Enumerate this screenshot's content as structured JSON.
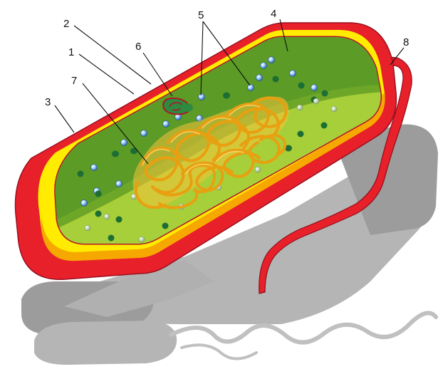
{
  "diagram": {
    "callouts": [
      {
        "id": "c1",
        "label": "1"
      },
      {
        "id": "c2",
        "label": "2"
      },
      {
        "id": "c3",
        "label": "3"
      },
      {
        "id": "c4",
        "label": "4"
      },
      {
        "id": "c5",
        "label": "5"
      },
      {
        "id": "c6",
        "label": "6"
      },
      {
        "id": "c7",
        "label": "7"
      },
      {
        "id": "c8",
        "label": "8"
      }
    ],
    "colors": {
      "capsule": "#e8202a",
      "cell_wall": "#ffec00",
      "cell_wall_shade": "#f6a800",
      "membrane": "#b2142b",
      "cytoplasm_dark": "#5b9b26",
      "cytoplasm_light": "#a6cf39",
      "nucleoid": "#f7b51c",
      "ribosome_blue": "#4d8fd6",
      "granule_green": "#1d6e34",
      "shadow": "#a7a7a7"
    }
  }
}
